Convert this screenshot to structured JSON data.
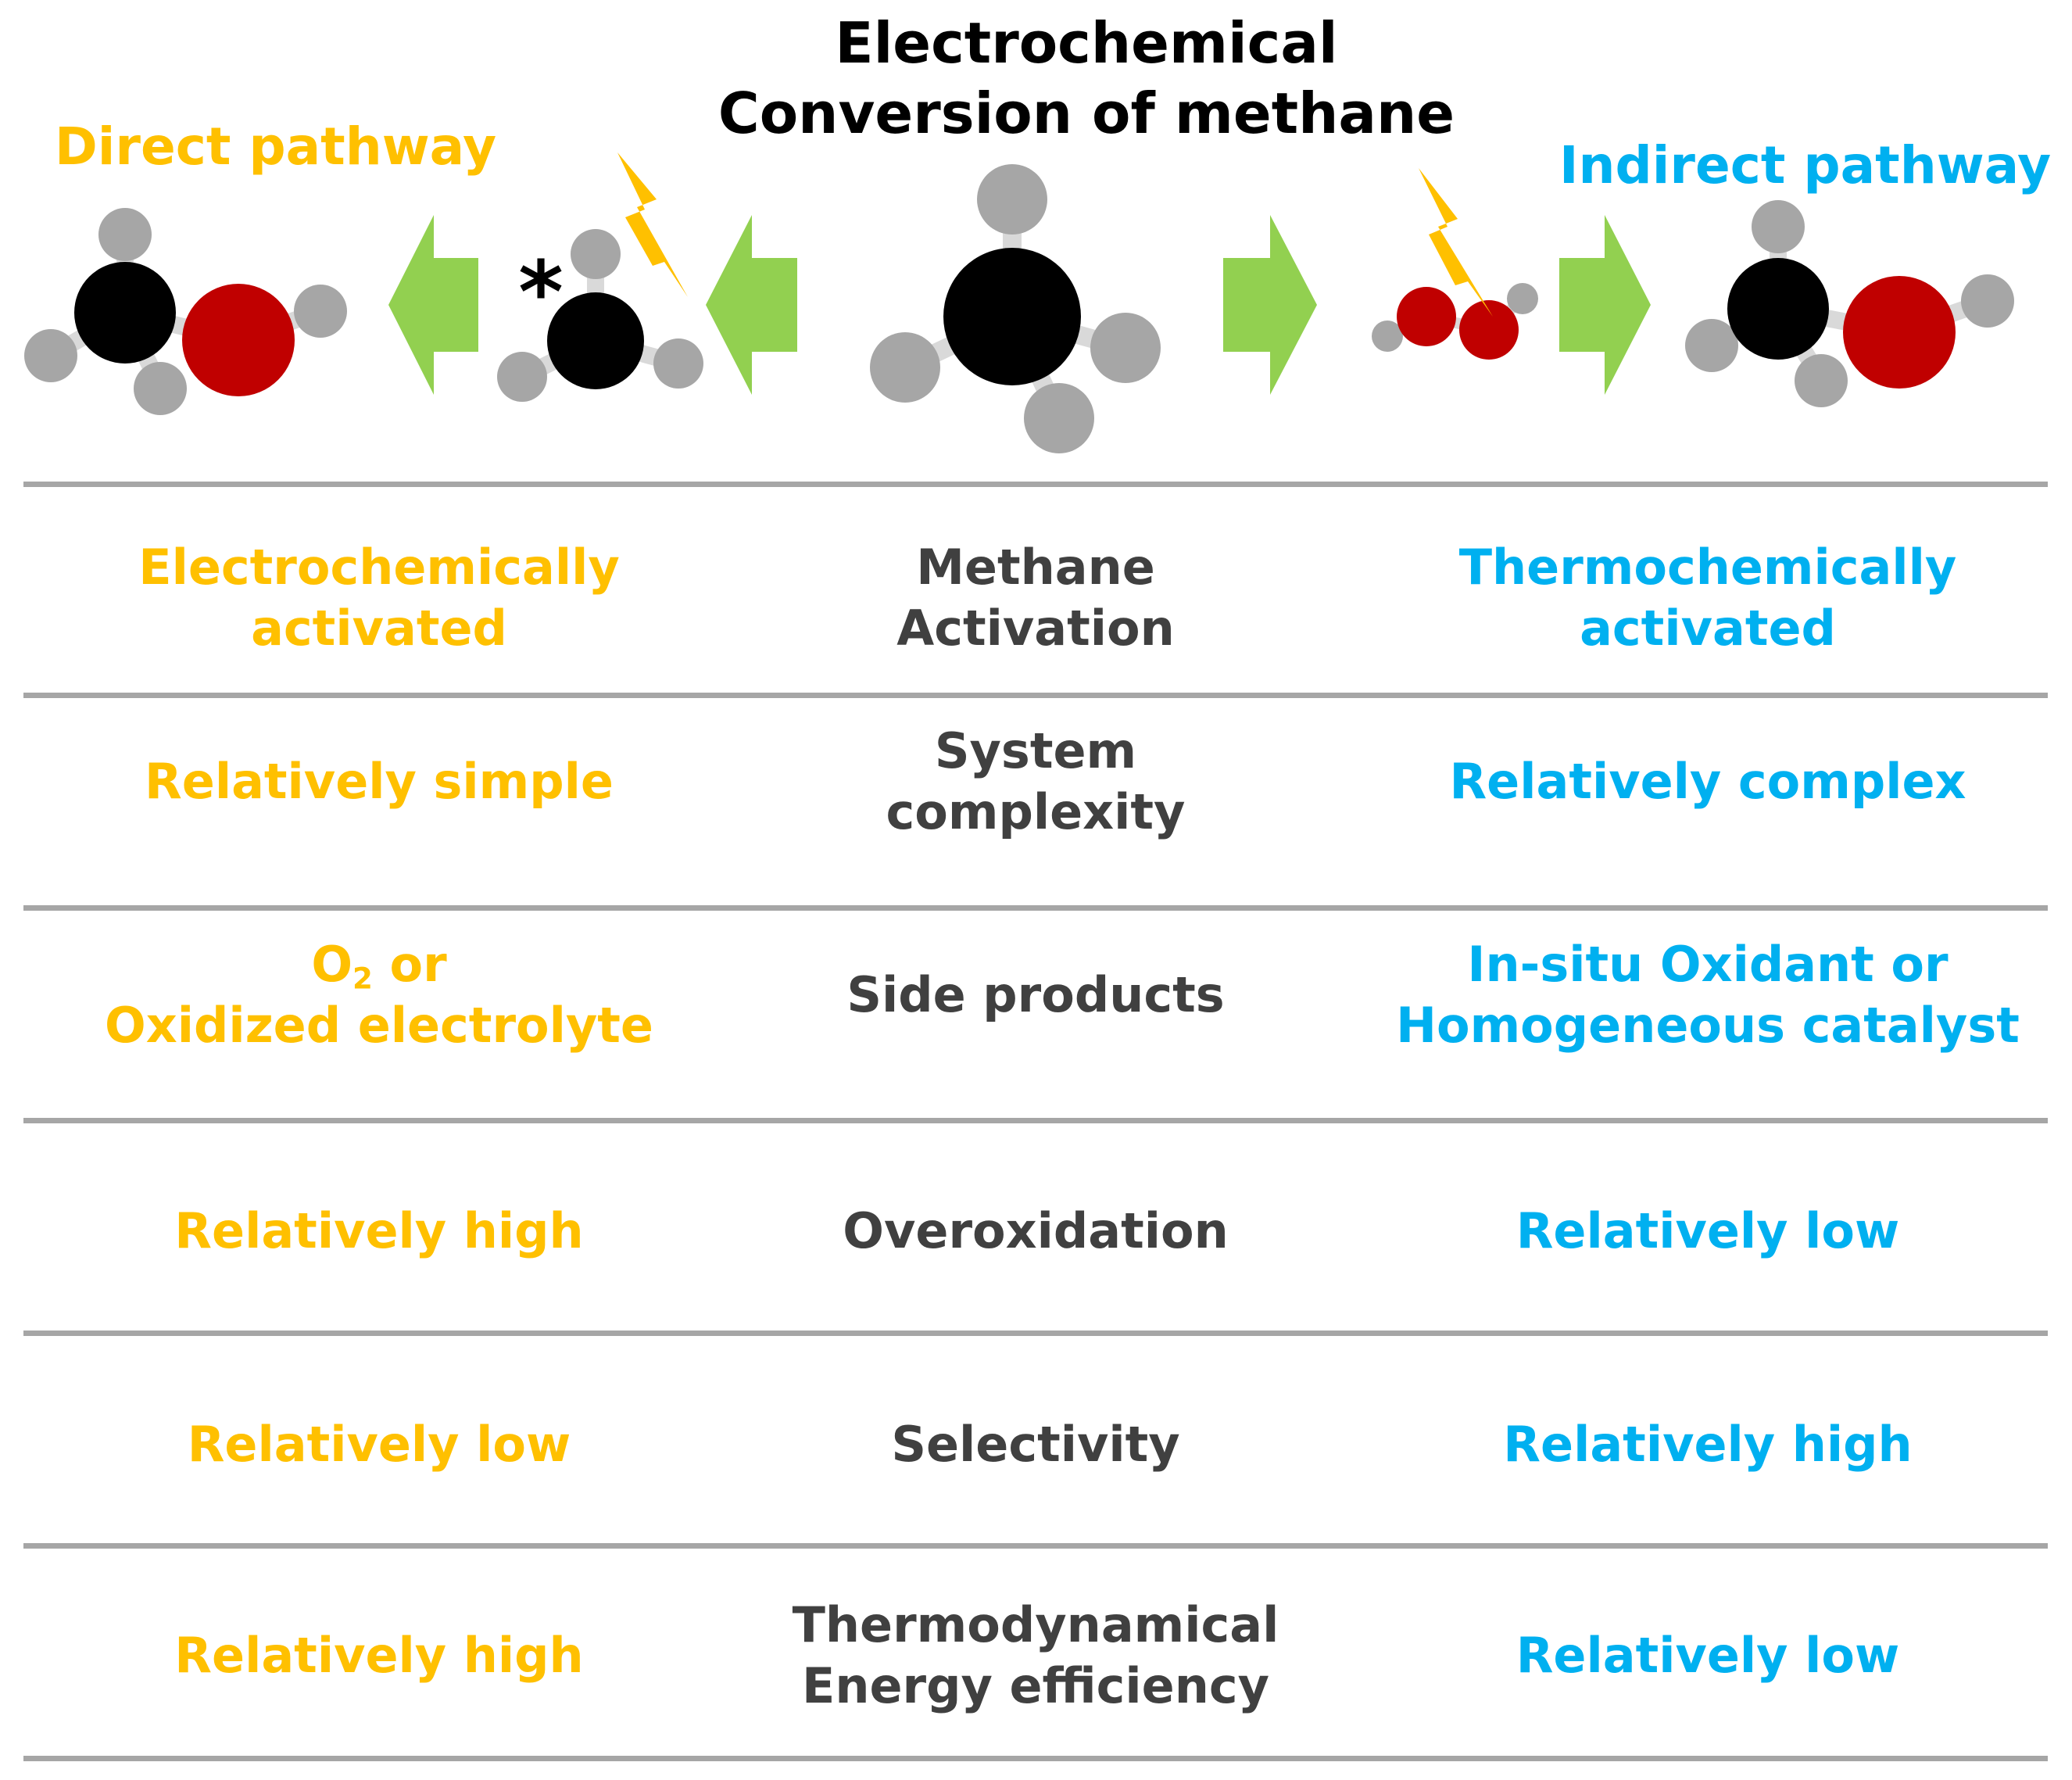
{
  "title": [
    "Electrochemical",
    "Conversion of methane"
  ],
  "direct_label": "Direct pathway",
  "indirect_label": "Indirect pathway",
  "radical_marker": "*",
  "colors": {
    "direct": "#ffc000",
    "indirect": "#00b0f0",
    "criterion": "#404040",
    "arrow": "#92d050",
    "carbon": "#000000",
    "oxygen": "#c00000",
    "hydrogen": "#a6a6a6",
    "bond": "#d9d9d9",
    "lightning": "#ffc000",
    "rule": "#a6a6a6"
  },
  "rows": [
    {
      "criterion": [
        "Methane",
        "Activation"
      ],
      "direct": [
        "Electrochemically",
        "activated"
      ],
      "indirect": [
        "Thermochemically",
        "activated"
      ]
    },
    {
      "criterion": [
        "System",
        "complexity"
      ],
      "direct": [
        "Relatively simple"
      ],
      "indirect": [
        "Relatively complex"
      ]
    },
    {
      "criterion": [
        "Side products"
      ],
      "direct": [
        "O2 or",
        "Oxidized electrolyte"
      ],
      "indirect": [
        "In-situ Oxidant or",
        "Homogeneous catalyst"
      ]
    },
    {
      "criterion": [
        "Overoxidation"
      ],
      "direct": [
        "Relatively high"
      ],
      "indirect": [
        "Relatively low"
      ]
    },
    {
      "criterion": [
        "Selectivity"
      ],
      "direct": [
        "Relatively low"
      ],
      "indirect": [
        "Relatively high"
      ]
    },
    {
      "criterion": [
        "Thermodynamical",
        "Energy efficiency"
      ],
      "direct": [
        "Relatively high"
      ],
      "indirect": [
        "Relatively low"
      ]
    }
  ]
}
